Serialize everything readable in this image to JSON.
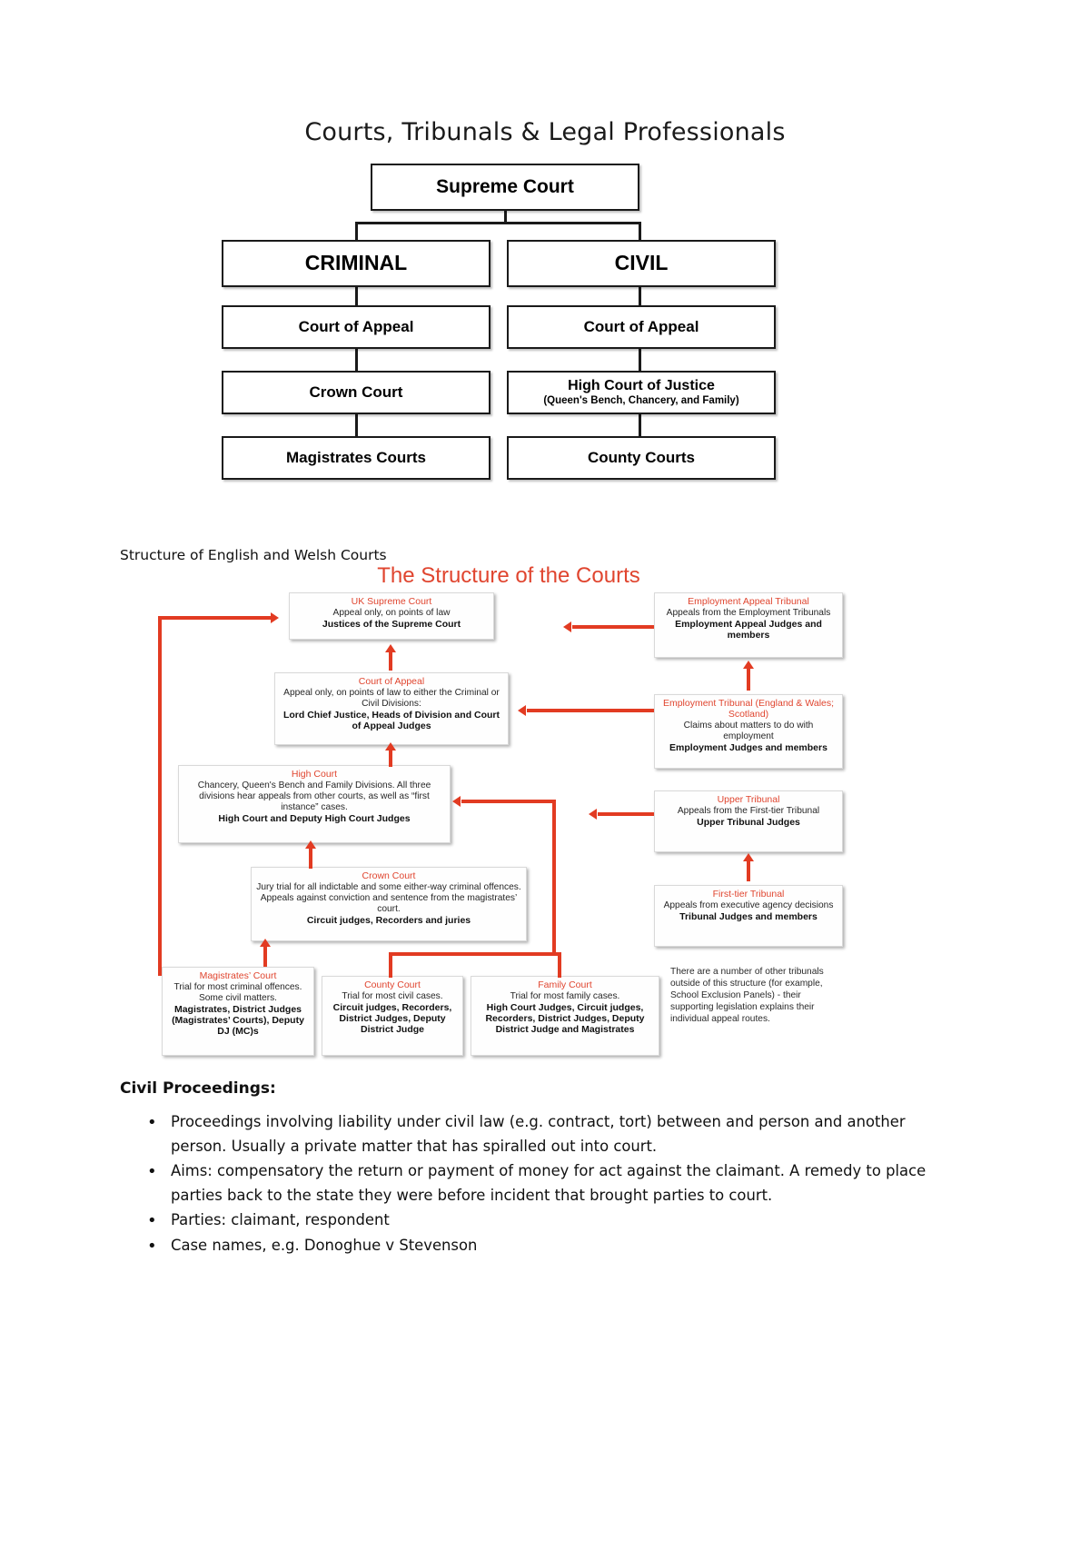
{
  "document": {
    "title": "Courts, Tribunals & Legal Professionals"
  },
  "diagram1": {
    "caption": "Structure of English and Welsh Courts",
    "supreme": "Supreme Court",
    "criminal_heading": "CRIMINAL",
    "civil_heading": "CIVIL",
    "criminal_coa": "Court of Appeal",
    "civil_coa": "Court of Appeal",
    "crown_court": "Crown Court",
    "high_court": "High Court of Justice",
    "high_court_sub": "(Queen's Bench, Chancery, and Family)",
    "magistrates": "Magistrates Courts",
    "county": "County Courts"
  },
  "diagram2": {
    "title": "The Structure of the Courts",
    "boxes": {
      "uk_supreme": {
        "heading": "UK Supreme Court",
        "body": "Appeal only, on points of law",
        "judges": "Justices of the Supreme Court"
      },
      "court_of_appeal": {
        "heading": "Court of Appeal",
        "body": "Appeal only, on points of law to either the Criminal or Civil Divisions:",
        "judges": "Lord Chief Justice, Heads of Division and Court of Appeal Judges"
      },
      "high_court": {
        "heading": "High Court",
        "body": "Chancery, Queen's Bench and Family Divisions. All three divisions hear appeals from other courts, as well as “first instance” cases.",
        "judges": "High Court and Deputy High Court Judges"
      },
      "crown_court": {
        "heading": "Crown Court",
        "body": "Jury trial for all indictable and some either-way criminal offences. Appeals against conviction and sentence from the magistrates’ court.",
        "judges": "Circuit judges, Recorders and juries"
      },
      "magistrates_court": {
        "heading": "Magistrates’ Court",
        "body": "Trial for most criminal offences. Some civil matters.",
        "judges": "Magistrates, District Judges (Magistrates’ Courts), Deputy DJ (MC)s"
      },
      "county_court": {
        "heading": "County Court",
        "body": "Trial for most civil cases.",
        "judges": "Circuit judges, Recorders, District Judges, Deputy District Judge"
      },
      "family_court": {
        "heading": "Family Court",
        "body": "Trial for most family cases.",
        "judges": "High Court Judges, Circuit judges, Recorders, District Judges, Deputy District Judge and Magistrates"
      },
      "employment_appeal_tribunal": {
        "heading": "Employment Appeal Tribunal",
        "body": "Appeals from the Employment Tribunals",
        "judges": "Employment Appeal Judges and members"
      },
      "employment_tribunal": {
        "heading": "Employment Tribunal (England & Wales; Scotland)",
        "body": "Claims about matters to do with employment",
        "judges": "Employment Judges and members"
      },
      "upper_tribunal": {
        "heading": "Upper Tribunal",
        "body": "Appeals from the First-tier Tribunal",
        "judges": "Upper Tribunal Judges"
      },
      "first_tier_tribunal": {
        "heading": "First-tier Tribunal",
        "body": "Appeals from executive agency decisions",
        "judges": "Tribunal Judges and members"
      }
    },
    "note": "There are a number of other tribunals outside of this structure (for example, School Exclusion Panels) - their supporting legislation explains their individual appeal routes."
  },
  "civil_proceedings": {
    "heading": "Civil Proceedings:",
    "bullets": [
      "Proceedings involving liability under civil law (e.g. contract, tort) between and person and another person. Usually a private matter that has spiralled out into court.",
      "Aims: compensatory the return or payment of money for act against the claimant. A remedy to place parties back to the state they were before incident that brought parties to court.",
      "Parties: claimant, respondent",
      "Case names, e.g. Donoghue v Stevenson"
    ]
  },
  "colors": {
    "accent_red": "#e0452f",
    "arrow_red": "#e23b22",
    "box_border": "#1a1a1a"
  }
}
